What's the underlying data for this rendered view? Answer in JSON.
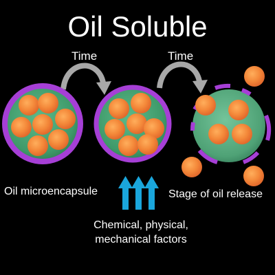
{
  "title": "Oil Soluble",
  "arrows": {
    "time_1": "Time",
    "time_2": "Time"
  },
  "labels": {
    "microcapsule": "Oil microencapsule",
    "release": "Stage of oil release",
    "factors_line1": "Chemical, physical,",
    "factors_line2": "mechanical factors"
  },
  "icons": [
    "curved-arrow-icon",
    "up-arrow-icon",
    "oil-droplet-icon",
    "capsule-shell-icon"
  ],
  "colors": {
    "background": "#000000",
    "text": "#ffffff",
    "shell": "#a63fd6",
    "capsule_fill": "#3f9a6a",
    "droplet": "#f0883a",
    "curved_arrow": "#a8a8a8",
    "factor_arrow": "#1aa6dc"
  }
}
